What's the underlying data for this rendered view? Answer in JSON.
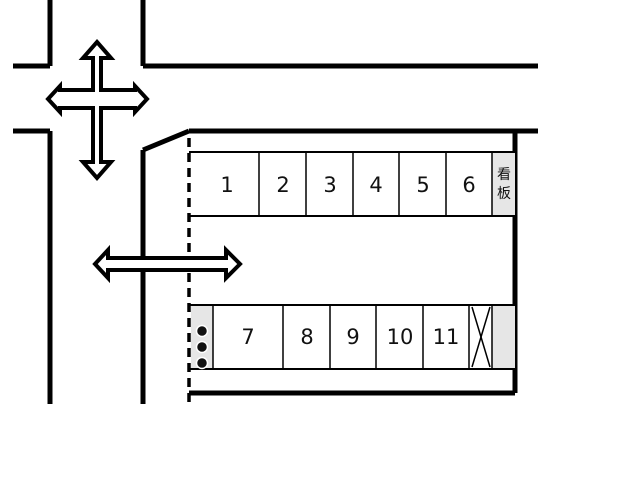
{
  "parking_map": {
    "top_row": [
      {
        "label": "1"
      },
      {
        "label": "2"
      },
      {
        "label": "3"
      },
      {
        "label": "4"
      },
      {
        "label": "5"
      },
      {
        "label": "6"
      }
    ],
    "sign": {
      "lines": [
        "看",
        "板"
      ]
    },
    "bottom_row": [
      {
        "label": "7"
      },
      {
        "label": "8"
      },
      {
        "label": "9"
      },
      {
        "label": "10"
      },
      {
        "label": "11"
      }
    ],
    "bottom_row_unavailable_slot": true,
    "markers_count": 3,
    "colors": {
      "line": "#000000",
      "shaded": "#e6e6e6",
      "background": "#ffffff"
    }
  }
}
